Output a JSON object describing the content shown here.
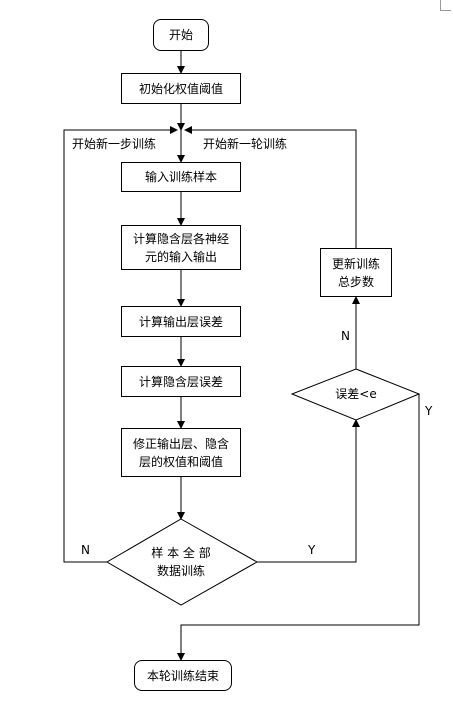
{
  "diagram": {
    "start": "开始",
    "init": "初始化权值阈值",
    "loop_step_label": "开始新一步训练",
    "loop_round_label": "开始新一轮训练",
    "input_samples": "输入训练样本",
    "calc_hidden_io": "计算隐含层各神经\n元的输入输出",
    "calc_output_error": "计算输出层误差",
    "calc_hidden_error": "计算隐含层误差",
    "adjust_weights": "修正输出层、隐含\n层的权值和阈值",
    "all_samples_decision": "样 本 全 部\n数据训练",
    "error_decision": "误差<e",
    "update_steps": "更新训练\n总步数",
    "end": "本轮训练结束",
    "label_n_left": "N",
    "label_y_mid": "Y",
    "label_n_right": "N",
    "label_y_right": "Y"
  }
}
